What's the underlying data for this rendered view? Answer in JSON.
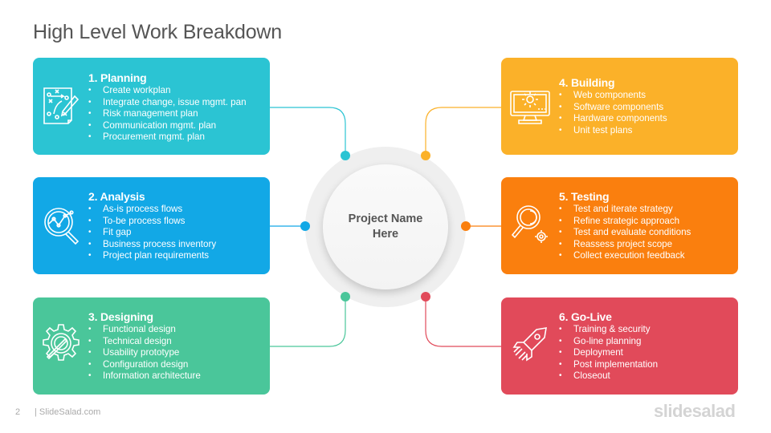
{
  "slide": {
    "title": "High Level Work Breakdown",
    "center": {
      "line1": "Project Name",
      "line2": "Here"
    },
    "footer": {
      "page_number": "2",
      "site": "| SlideSalad.com",
      "logo": "slidesalad"
    }
  },
  "colors": {
    "planning": "#2bc4d3",
    "analysis": "#12a8e6",
    "designing": "#4ac69a",
    "building": "#fbb129",
    "testing": "#fa7f0e",
    "golive": "#e14a5a",
    "title_text": "#555555",
    "center_ring": "#efefef"
  },
  "phases": [
    {
      "heading": "1. Planning",
      "icon": "strategy-board-icon",
      "items": [
        "Create workplan",
        "Integrate change, issue mgmt. pan",
        "Risk management plan",
        "Communication mgmt. plan",
        "Procurement mgmt. plan"
      ]
    },
    {
      "heading": "2. Analysis",
      "icon": "magnifier-analytics-icon",
      "items": [
        "As-is process flows",
        "To-be process flows",
        "Fit gap",
        "Business process inventory",
        "Project plan requirements"
      ]
    },
    {
      "heading": "3. Designing",
      "icon": "gear-pencil-icon",
      "items": [
        "Functional design",
        "Technical design",
        "Usability prototype",
        "Configuration design",
        "Information architecture"
      ]
    },
    {
      "heading": "4. Building",
      "icon": "monitor-gear-icon",
      "items": [
        "Web components",
        "Software components",
        "Hardware components",
        "Unit test plans"
      ]
    },
    {
      "heading": "5. Testing",
      "icon": "magnifier-gear-icon",
      "items": [
        "Test and iterate strategy",
        "Refine strategic approach",
        "Test and evaluate conditions",
        "Reassess project scope",
        "Collect execution feedback"
      ]
    },
    {
      "heading": "6. Go-Live",
      "icon": "rocket-icon",
      "items": [
        "Training & security",
        "Go-line planning",
        "Deployment",
        "Post implementation",
        "Closeout"
      ]
    }
  ]
}
